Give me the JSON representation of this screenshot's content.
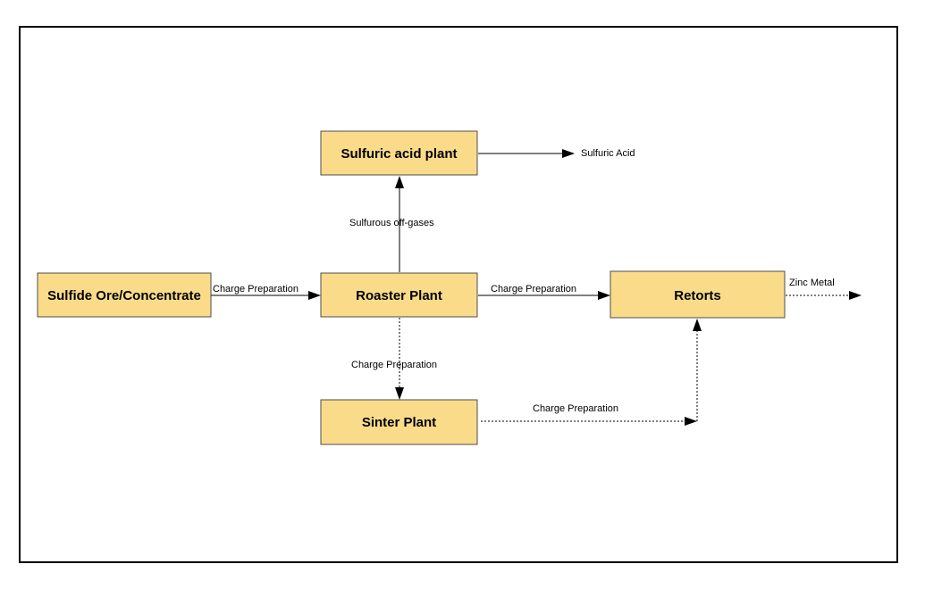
{
  "diagram": {
    "nodes": {
      "sulfide_ore": "Sulfide Ore/Concentrate",
      "roaster": "Roaster Plant",
      "sulfuric_acid_plant": "Sulfuric acid plant",
      "retorts": "Retorts",
      "sinter": "Sinter Plant"
    },
    "edges": {
      "ore_to_roaster": "Charge Preparation",
      "roaster_to_acid": "Sulfurous off-gases",
      "acid_output": "Sulfuric Acid",
      "roaster_to_retorts": "Charge Preparation",
      "retorts_output": "Zinc Metal",
      "roaster_to_sinter": "Charge Preparation",
      "sinter_to_retorts": "Charge Preparation"
    },
    "colors": {
      "node_fill": "#FADB8A",
      "node_border": "#4D4D4D",
      "line": "#000000"
    }
  }
}
